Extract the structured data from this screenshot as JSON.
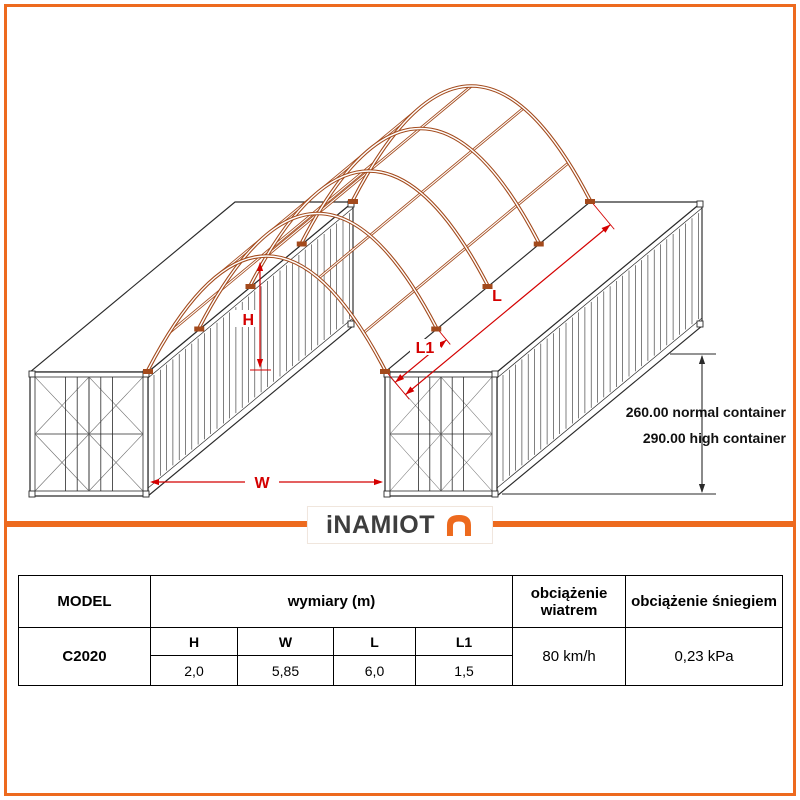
{
  "drawing": {
    "labels": {
      "h": "H",
      "w": "W",
      "l": "L",
      "l1": "L1"
    },
    "notes": [
      "260.00 normal container",
      "290.00 high container"
    ],
    "colors": {
      "dimension_red": "#d40000",
      "frame_orange": "#ed6a1e",
      "arch_brown": "#a34a1c",
      "line_black": "#2a2a2a"
    }
  },
  "brand": {
    "logo_text": "iNAMIOT"
  },
  "table": {
    "headers": {
      "model": "MODEL",
      "dimensions": "wymiary (m)",
      "wind": "obciążenie wiatrem",
      "snow": "obciążenie śniegiem",
      "h": "H",
      "w": "W",
      "l": "L",
      "l1": "L1"
    },
    "rows": [
      {
        "model": "C2020",
        "h": "2,0",
        "w": "5,85",
        "l": "6,0",
        "l1": "1,5",
        "wind": "80 km/h",
        "snow": "0,23 kPa"
      }
    ]
  }
}
